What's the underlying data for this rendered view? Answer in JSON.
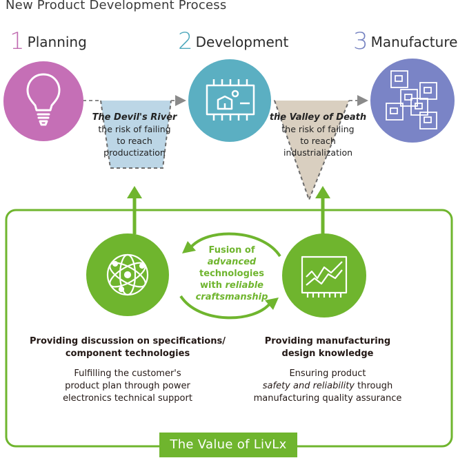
{
  "title": "New Product Development Process",
  "stages": [
    {
      "number": "1",
      "label": "Planning",
      "color": "#b45aa6"
    },
    {
      "number": "2",
      "label": "Development",
      "color": "#3aa0b4"
    },
    {
      "number": "3",
      "label": "Manufacture",
      "color": "#6674b8"
    }
  ],
  "gaps": [
    {
      "heading": "The Devil's River",
      "lines": [
        "the risk of failing",
        "to reach",
        "productization"
      ]
    },
    {
      "heading": "the Valley of Death",
      "lines": [
        "the risk of failing",
        "to reach",
        "industrialization"
      ]
    }
  ],
  "fusion": {
    "line1": "Fusion of",
    "line2": "advanced",
    "line3": "technologies",
    "line4a": "with ",
    "line4b": "reliable",
    "line5": "craftsmanship"
  },
  "left_block": {
    "heading1": "Providing discussion on specifications/",
    "heading2": "component technologies",
    "text1": "Fulfilling the customer's",
    "text2": "product plan through power",
    "text3": "electronics technical support"
  },
  "right_block": {
    "heading1": "Providing manufacturing",
    "heading2": "design knowledge",
    "text1": "Ensuring product",
    "text2a": "safety and reliability",
    "text2b": " through",
    "text3": "manufacturing quality assurance"
  },
  "footer": "The Value of LivLx",
  "colors": {
    "green": "#6fb52e",
    "river": "#bcd6e6",
    "valley": "#d9cfc0",
    "dash": "#8a8a8a"
  }
}
